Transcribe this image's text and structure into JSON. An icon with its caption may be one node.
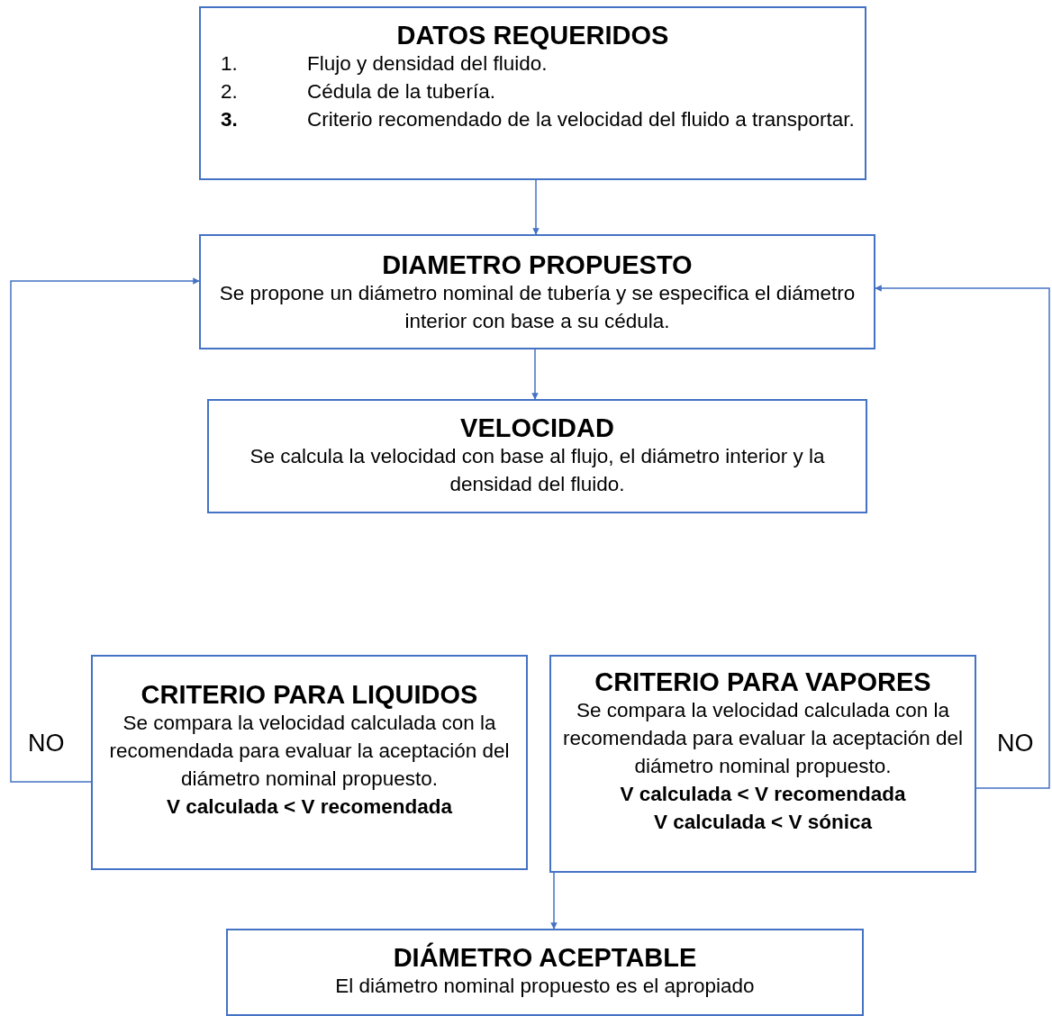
{
  "diagram": {
    "nodes": [
      {
        "text": [
          "DATOS REQUERIDOS",
          "1.",
          "Flujo y densidad del fluido.",
          "2.",
          "Cédula de la tubería.",
          "**3.**",
          "Criterio recomendado de la velocidad del fluido a transportar."
        ]
      },
      {
        "text": [
          "DIAMETRO PROPUESTO",
          "Se propone un diámetro nominal de tubería y se especifica el diámetro interior con base a su cédula."
        ]
      },
      {
        "text": [
          "VELOCIDAD",
          "Se calcula la velocidad con base al flujo, el diámetro interior y la densidad del fluido."
        ]
      },
      {
        "text": [
          "CRITERIO PARA LIQUIDOS",
          "Se compara la velocidad calculada con la recomendada para evaluar la aceptación del diámetro nominal propuesto.",
          "V calculada < V recomendada"
        ]
      },
      {
        "text": [
          "CRITERIO PARA VAPORES",
          "Se compara la velocidad calculada con la recomendada para evaluar la aceptación del diámetro nominal propuesto.",
          "V calculada < V recomendada",
          "V calculada < V sónica"
        ]
      },
      {
        "text": [
          "DIÁMETRO ACEPTABLE",
          "El diámetro nominal propuesto es el apropiado"
        ]
      }
    ],
    "edges": [
      {
        "from": 0,
        "to": 1,
        "arrow": "to"
      },
      {
        "from": 1,
        "to": 2,
        "arrow": "to"
      },
      {
        "from": 3,
        "to": 1,
        "arrow": "to",
        "label": "NO"
      },
      {
        "from": 4,
        "to": 1,
        "arrow": "to",
        "label": "NO"
      },
      {
        "from": 4,
        "to": 5,
        "arrow": "to"
      }
    ]
  }
}
